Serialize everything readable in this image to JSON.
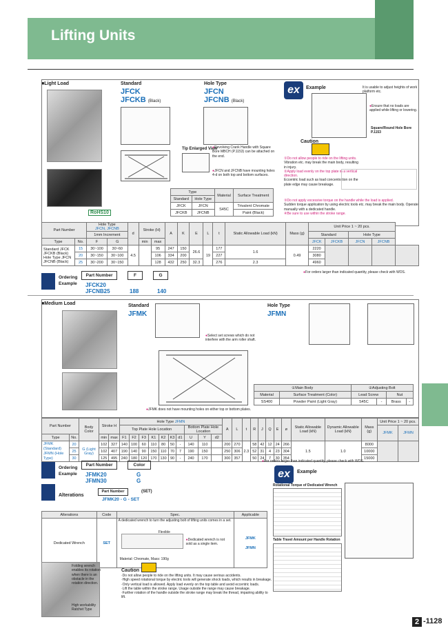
{
  "page": {
    "title": "Lifting Units",
    "section": "2",
    "number": "-1128"
  },
  "light": {
    "header": "Light Load",
    "std_label": "Standard",
    "std_code1": "JFCK",
    "std_code2": "JFCKB",
    "black": "(Black)",
    "hole_label": "Hole Type",
    "hole_code1": "JFCN",
    "hole_code2": "JFCNB",
    "rohs": "RoHS10",
    "tip": "Tip Enlarged View",
    "tip_note": "Revolving Crank Handle with Square Bore MBCH (P.1153) can be attached on the end.",
    "hole_note": "JFCN and JFCNB have mounting holes 4-d on both top and bottom surfaces.",
    "type_tbl": {
      "h_type": "Type",
      "h_std": "Standard",
      "h_hole": "Hole Type",
      "h_mat": "Material",
      "h_surf": "Surface Treatment",
      "r1": [
        "JFCK",
        "JFCN"
      ],
      "r2": [
        "JFCKB",
        "JFCNB"
      ],
      "mat": "S45C",
      "surf1": "Trivalent Chromate",
      "surf2": "Paint (Black)"
    },
    "example": {
      "label": "Example",
      "note1": "It is usable to adjust heights of work platform etc.",
      "note2": "Ensure that no loads are applied while lifting or lowering.",
      "note3": "Square/Round Hole Bore P.1153"
    },
    "caution": {
      "title": "Caution",
      "l1": "①Do not allow people to ride on the lifting units.",
      "l2": "Vibration etc. may break the main body, resulting in injury.",
      "l3": "②Apply load evenly on the top plate in a vertical direction.",
      "l4": "Eccentric load such as load concentration on the plate edge may cause breakage.",
      "l5": "③Do not apply excessive torque on the handle while the load is applied.",
      "l6": "Sudden torque application by using electric tools etc. may break the main body. Operate manually with a dedicated handle.",
      "l7": "④Be sure to use within the stroke range."
    },
    "spec": {
      "h_pn": "Part Number",
      "h_hole": "Hole Type",
      "h_hole_sub": "JFCN, JFCNB",
      "h_inc": "1mm Increment",
      "h_F": "F",
      "h_G": "G",
      "h_d": "d",
      "h_stroke": "Stroke (H)",
      "h_min": "min",
      "h_max": "max",
      "h_A": "A",
      "h_K": "K",
      "h_E": "E",
      "h_L": "L",
      "h_t": "t",
      "h_load": "Static Allowable Load (kN)",
      "h_mass": "Mass (g)",
      "h_price": "Unit Price 1 ~ 20 pcs.",
      "h_std": "Standard",
      "h_holet": "Hole Type",
      "h_type": "Type",
      "h_no": "No.",
      "p1": "JFCK",
      "p2": "JFCKB",
      "p3": "JFCN",
      "p4": "JFCNB",
      "types": "Standard JFCK JFCKB (Black) Hole Type JFCN JFCNB (Black)",
      "rows": [
        [
          "15",
          "30~100",
          "30~60",
          "95",
          "247",
          "150",
          "177",
          "2220"
        ],
        [
          "20",
          "30~150",
          "30~100",
          "106",
          "334",
          "200",
          "227",
          "3080"
        ],
        [
          "25",
          "30~200",
          "30~150",
          "128",
          "432",
          "250",
          "276",
          "4960"
        ]
      ],
      "d": "4.5",
      "K": "26.6",
      "K3": "32.3",
      "E": "19",
      "t1": "1.6",
      "t3": "2.3",
      "load": "0.49"
    },
    "order": {
      "label": "Ordering Example",
      "pn": "Part Number",
      "F": "F",
      "G": "G",
      "ex1": "JFCK20",
      "ex2": "JFCNB25",
      "ex2f": "188",
      "ex2g": "140",
      "note": "For orders larger than indicated quantity, please check with WOS."
    }
  },
  "medium": {
    "header": "Medium Load",
    "std_label": "Standard",
    "std_code": "JFMK",
    "hole_label": "Hole Type",
    "hole_code": "JFMN",
    "note1": "Select set screws which do not interfere with the arm roller shaft.",
    "note2": "JFMK does not have mounting holes on either top or bottom plates.",
    "parts": {
      "h1": "①Main Body",
      "h2": "②Adjusting Bolt",
      "h3": "Lead Screw",
      "h4": "Nut",
      "m": "Material",
      "s": "Surface Treatment (Color)",
      "v1": "SS400",
      "v2": "Powder Paint (Light Gray)",
      "v3": "S45C",
      "v4": "-",
      "v5": "Brass",
      "v6": "-"
    },
    "spec": {
      "h_pn": "Part Number",
      "h_body": "Body Color",
      "h_stroke": "Stroke H",
      "h_hole": "Hole Type",
      "h_hole_sub": "JFMN",
      "h_top": "Top Plate Hole Location",
      "h_bot": "Bottom Plate Hole Location",
      "h_type": "Type",
      "h_no": "No.",
      "h_min": "min",
      "h_max": "max",
      "h_load": "Static Allowable Load (kN)",
      "h_dload": "Dynamic Allowable Load (kN)",
      "h_mass": "Mass (g)",
      "h_price": "Unit Price 1 ~ 20 pcs.",
      "p1": "JFMK",
      "p2": "JFMN",
      "cols": [
        "F1",
        "F2",
        "F3",
        "K1",
        "K2",
        "K3",
        "d1",
        "U",
        "Y",
        "d2",
        "A",
        "L",
        "t",
        "R",
        "J",
        "Q",
        "E",
        "ø"
      ],
      "type1": "JFMK (Standard)",
      "type2": "JFMN (Hole Type)",
      "color": "G (Light Gray)",
      "rows": [
        [
          "20",
          "102",
          "327",
          "140",
          "100",
          "60",
          "110",
          "80",
          "50",
          "-",
          "140",
          "110",
          "200",
          "270",
          "58",
          "42",
          "12",
          "24",
          "266"
        ],
        [
          "25",
          "102",
          "407",
          "190",
          "140",
          "90",
          "150",
          "110",
          "70",
          "7",
          "190",
          "150",
          "250",
          "306",
          "52",
          "31",
          "4",
          "23",
          "304"
        ],
        [
          "30",
          "125",
          "495",
          "240",
          "180",
          "120",
          "170",
          "130",
          "90",
          "-",
          "240",
          "170",
          "300",
          "357",
          "50",
          "24",
          "7",
          "30",
          "354"
        ]
      ],
      "l": "2.3",
      "load": "1.5",
      "dload": "1.0",
      "mass": [
        "8000",
        "10000",
        "15000"
      ]
    },
    "order": {
      "label": "Ordering Example",
      "pn": "Part Number",
      "color": "Color",
      "ex1": "JFMK20",
      "ex2": "JFMN30",
      "g": "G",
      "note": "For orders larger than indicated quantity, please check with WOS."
    },
    "alter": {
      "label": "Alterations",
      "pn": "Part Number",
      "code": "(SET)",
      "ex": "JFMK20",
      "exg": "G",
      "exs": "SET",
      "h": [
        "Alterations",
        "Code",
        "Spec.",
        "Applicable"
      ],
      "name": "Dedicated Wrench",
      "c": "SET",
      "desc": "A dedicated wrench to turn the adjusting bolt of lifting units comes in a set.",
      "mat": "Material: Chromate, Mass: 190g",
      "app1": "JFMK",
      "app2": "JFMN",
      "wnote": "Dedicated wrench is not sold as a single item.",
      "flex": "Flexible"
    },
    "example": {
      "label": "Example",
      "t1": "Rotational Torque of Dedicated Wrench",
      "t2": "Table Travel Amount per Handle Rotation"
    },
    "caution": {
      "title": "Caution",
      "l1": "·Do not allow people to ride on the lifting units. It may cause serious accidents.",
      "l2": "·High speed rotational torque by electric tools will generate shock loads, which results in breakage.",
      "l3": "·Only vertical load is allowed. Apply load evenly on the top table and avoid eccentric loads.",
      "l4": "·Lift the table within the stroke range. Usage outside the range may cause breakage.",
      "l5": "·Further rotation of the handle outside the stroke range may break the thread, impairing ability to lift."
    },
    "wrench": {
      "n1": "Folding wrench enables its rotation when there is an obstacle in the rotation direction.",
      "n2": "High workability Ratchet Type"
    }
  }
}
